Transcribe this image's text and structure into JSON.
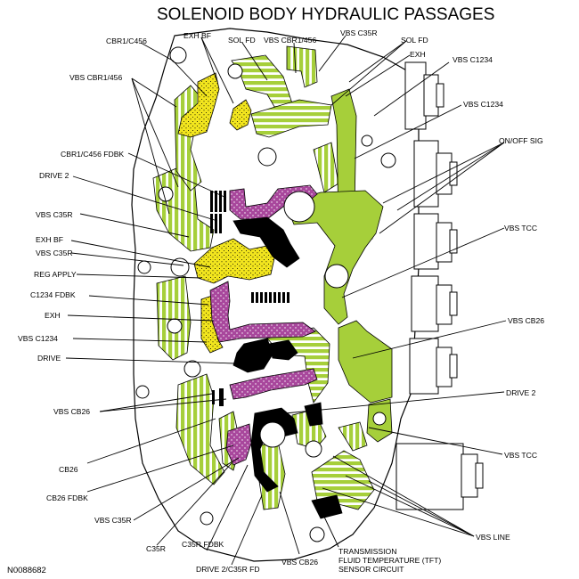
{
  "title": "SOLENOID BODY HYDRAULIC PASSAGES",
  "reference_code": "N0088682",
  "colors": {
    "vbs_green": "#a6cf3a",
    "exhaust_yellow": "#f2e51e",
    "feedback_purple": "#a8479c",
    "drive_black": "#000000",
    "outline": "#000000"
  },
  "labels": {
    "exh_bf_top": "EXH BF",
    "cbr1_c456": "CBR1/C456",
    "sol_fd_1": "SOL FD",
    "vbs_cbr1_456_top": "VBS CBR1/456",
    "vbs_c35r_top": "VBS C35R",
    "sol_fd_2": "SOL FD",
    "exh_top": "EXH",
    "vbs_c1234_top": "VBS C1234",
    "vbs_cbr1_456_left": "VBS CBR1/456",
    "vbs_c1234_right": "VBS C1234",
    "on_off_sig": "ON/OFF SIG",
    "cbr1_c456_fdbk": "CBR1/C456 FDBK",
    "drive_2_left": "DRIVE 2",
    "vbs_c35r_left1": "VBS C35R",
    "vbs_tcc_right1": "VBS TCC",
    "exh_bf_left": "EXH BF",
    "vbs_c35r_left2": "VBS C35R",
    "reg_apply": "REG APPLY",
    "c1234_fdbk": "C1234 FDBK",
    "exh_left": "EXH",
    "vbs_cb26_right": "VBS CB26",
    "vbs_c1234_left": "VBS C1234",
    "drive_left": "DRIVE",
    "drive_2_right": "DRIVE 2",
    "vbs_cb26_left": "VBS CB26",
    "vbs_tcc_right2": "VBS TCC",
    "cb26": "CB26",
    "cb26_fdbk": "CB26 FDBK",
    "vbs_c35r_bottom": "VBS C35R",
    "c35r": "C35R",
    "c35r_fdbk": "C35R FDBK",
    "drive2_c35r_fd": "DRIVE 2/C35R FD",
    "vbs_cb26_bottom": "VBS CB26",
    "vbs_line": "VBS LINE",
    "tft_line1": "TRANSMISSION",
    "tft_line2": "FLUID TEMPERATURE (TFT)",
    "tft_line3": "SENSOR CIRCUIT"
  }
}
